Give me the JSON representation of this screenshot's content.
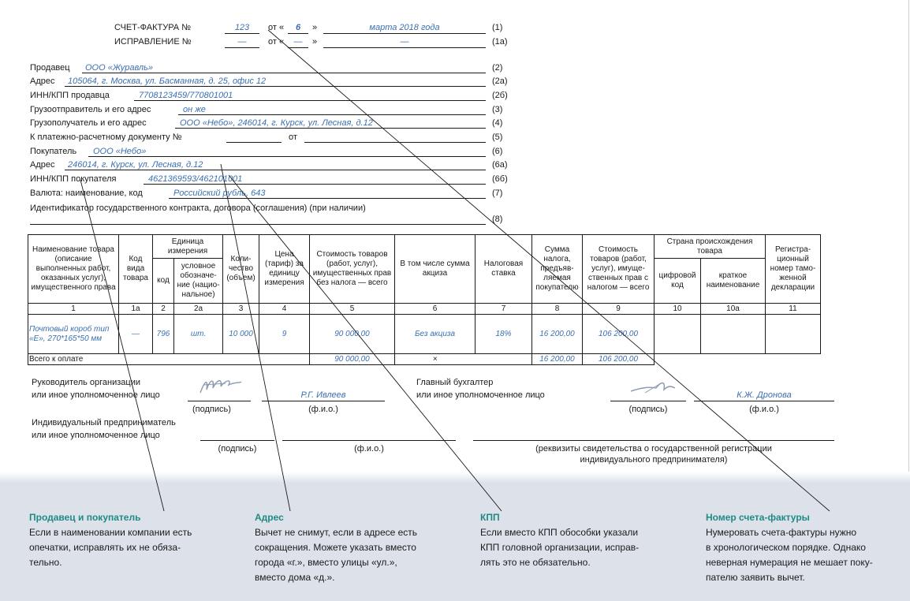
{
  "header": {
    "invoice_label": "СЧЕТ-ФАКТУРА №",
    "invoice_number": "123",
    "from_label": "от «",
    "day": "6",
    "close_quote": "»",
    "month_year": "марта 2018 года",
    "correction_label": "ИСПРАВЛЕНИЕ №",
    "correction_number": "—",
    "correction_from": "от «",
    "correction_day": "—",
    "correction_close": "»",
    "correction_date": "—",
    "code_1": "(1)",
    "code_1a": "(1а)"
  },
  "fields": [
    {
      "label": "Продавец",
      "value": "ООО «Журавль»",
      "code": "(2)"
    },
    {
      "label": "Адрес",
      "value": "105064, г. Москва, ул. Басманная, д. 25, офис 12",
      "code": "(2а)"
    },
    {
      "label": "ИНН/КПП продавца",
      "value": "7708123459/770801001",
      "code": "(2б)"
    },
    {
      "label": "Грузоотправитель и его адрес",
      "value": "он же",
      "code": "(3)"
    },
    {
      "label": "Грузополучатель и его адрес",
      "value": "ООО «Небо», 246014, г. Курск, ул. Лесная, д.12",
      "code": "(4)"
    },
    {
      "label": "К платежно-расчетному документу №",
      "value": "",
      "code": "(5)",
      "from": "от"
    },
    {
      "label": "Покупатель",
      "value": "ООО «Небо»",
      "code": "(6)"
    },
    {
      "label": "Адрес",
      "value": "246014, г. Курск, ул. Лесная, д.12",
      "code": "(6а)"
    },
    {
      "label": "ИНН/КПП покупателя",
      "value": "4621369593/462101001",
      "code": "(6б)"
    },
    {
      "label": "Валюта: наименование, код",
      "value": "Российский рубль, 643",
      "code": "(7)"
    },
    {
      "label": "Идентификатор государственного контракта, договора (соглашения) (при наличии)",
      "value": "",
      "code": "(8)"
    }
  ],
  "table": {
    "h_name": "Наименование товара (описание выполненных работ, оказанных услуг), имущественного права",
    "h_kind": "Код вида товара",
    "h_unit": "Единица измерения",
    "h_unit_code": "код",
    "h_unit_name": "условное обозначе-ние (нацио-нальное)",
    "h_qty": "Коли-чество (объем)",
    "h_price": "Цена (тариф) за единицу измерения",
    "h_cost": "Стоимость товаров (работ, услуг), имущественных прав без налога — всего",
    "h_excise": "В том числе сумма акциза",
    "h_rate": "Налоговая ставка",
    "h_tax": "Сумма налога, предъяв-ляемая покупателю",
    "h_total": "Стоимость товаров (работ, услуг), имуще-ственных прав с налогом — всего",
    "h_country": "Страна происхождения товара",
    "h_country_code": "цифровой код",
    "h_country_name": "краткое наименование",
    "h_customs": "Регистра-ционный номер тамо-женной декларации",
    "nums": [
      "1",
      "1а",
      "2",
      "2а",
      "3",
      "4",
      "5",
      "6",
      "7",
      "8",
      "9",
      "10",
      "10а",
      "11"
    ],
    "row": [
      "Почтовый короб тип «Е», 270*165*50 мм",
      "—",
      "796",
      "шт.",
      "10 000",
      "9",
      "90 000,00",
      "Без акциза",
      "18%",
      "16 200,00",
      "106 200,00",
      "",
      "",
      ""
    ],
    "total_label": "Всего к оплате",
    "total_cost": "90 000,00",
    "total_excise": "×",
    "total_tax": "16 200,00",
    "total_sum": "106 200,00"
  },
  "signatures": {
    "head_label_1": "Руководитель организации",
    "head_label_2": "или иное уполномоченное лицо",
    "head_name": "Р.Г. Ивлеев",
    "acc_label_1": "Главный бухгалтер",
    "acc_label_2": "или иное уполномоченное лицо",
    "acc_name": "К.Ж. Дронова",
    "sign_caption": "(подпись)",
    "fio_caption": "(ф.и.о.)",
    "ip_label_1": "Индивидуальный предприниматель",
    "ip_label_2": "или иное уполномоченное лицо",
    "ip_req": "(реквизиты свидетельства о государственной регистрации\nиндивидуального предпринимателя)"
  },
  "notes": [
    {
      "title": "Продавец и покупатель",
      "text": "Если в наименовании компании есть\nопечатки, исправлять их не обяза-\nтельно."
    },
    {
      "title": "Адрес",
      "text": "Вычет не снимут, если в адресе есть\nсокращения. Можете указать вместо\nгорода «г.», вместо улицы «ул.»,\nвместо дома «д.»."
    },
    {
      "title": "КПП",
      "text": "Если вместо КПП обособки указали\nКПП головной организации, исправ-\nлять это не обязательно."
    },
    {
      "title": "Номер счета-фактуры",
      "text": "Нумеровать счета-фактуры нужно\nв хронологическом порядке. Однако\nневерная нумерация не мешает поку-\nпателю заявить вычет."
    }
  ],
  "colors": {
    "accent": "#1f8a83",
    "filled_value": "#3a6fb0",
    "panel": "#dde2ea"
  }
}
